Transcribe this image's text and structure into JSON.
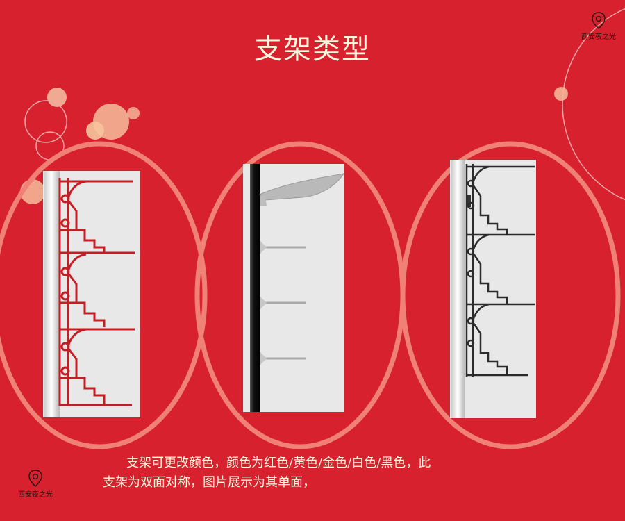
{
  "slide": {
    "title": "支架类型",
    "caption_line1": "支架可更改颜色，颜色为红色/黄色/金色/白色/黑色，此",
    "caption_line2": "支架为双面对称，图片展示为其单面，",
    "logo_text": "西安夜之光"
  },
  "brackets": [
    {
      "name": "red-bracket-photo",
      "color": "#c41e24"
    },
    {
      "name": "curved-arm-bracket-photo",
      "color": "#9a9a9a"
    },
    {
      "name": "black-bracket-photo",
      "color": "#2b2b2b"
    }
  ],
  "colors": {
    "background": "#d7212e",
    "title": "#fff6dc",
    "ring": "#f08a80"
  }
}
